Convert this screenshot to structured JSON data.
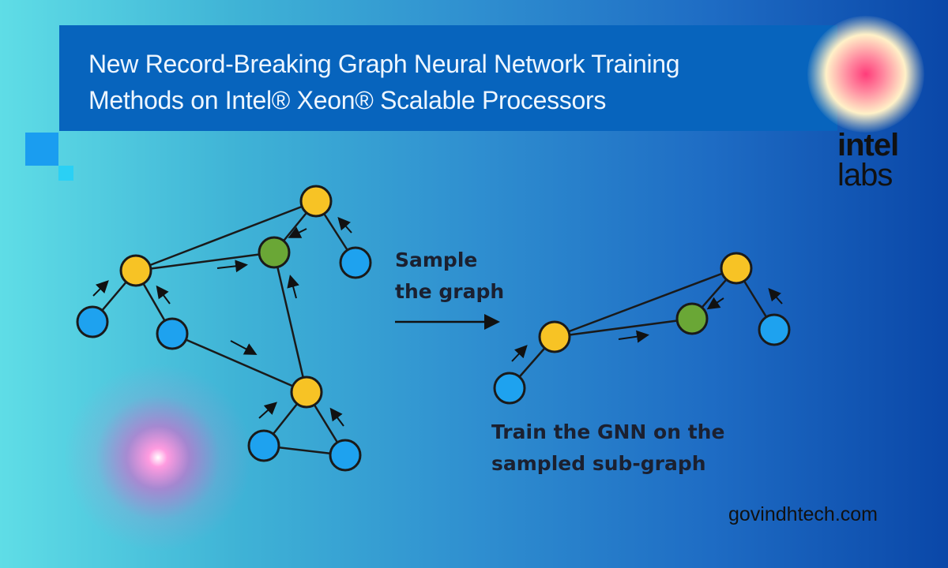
{
  "header": {
    "title_line1": "New Record-Breaking Graph Neural Network Training",
    "title_line2": "Methods on Intel® Xeon® Scalable Processors"
  },
  "logo": {
    "line1": "intel",
    "line2": "labs"
  },
  "diagram": {
    "step1_line1": "Sample",
    "step1_line2": "the graph",
    "step2_line1": "Train the GNN on the",
    "step2_line2": "sampled sub-graph"
  },
  "footer": {
    "site": "govindhtech.com"
  },
  "colors": {
    "yellow": "#f7c325",
    "green": "#6aa736",
    "blue": "#1ea2ef",
    "title_bar": "#0764bd"
  }
}
